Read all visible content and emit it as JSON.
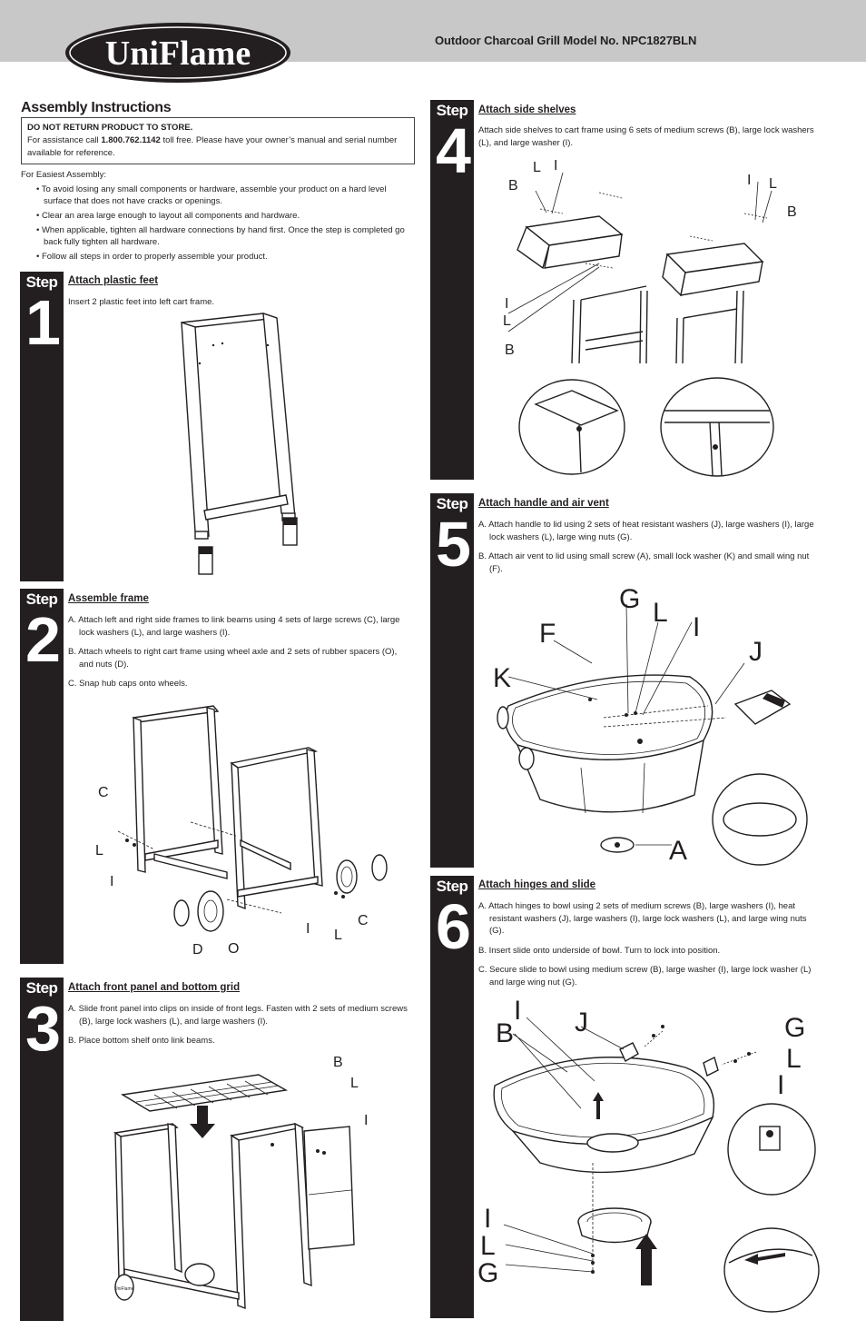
{
  "header": {
    "brand": "UniFlame",
    "model_title": "Outdoor Charcoal Grill Model No. NPC1827BLN"
  },
  "intro": {
    "heading": "Assembly Instructions",
    "notice_title": "DO NOT RETURN PRODUCT TO STORE.",
    "notice_pre": "For assistance call ",
    "phone": "1.800.762.1142",
    "notice_post": " toll free. Please have your owner’s manual and serial number available for reference.",
    "easiest": "For Easiest Assembly:",
    "bullets": [
      "• To avoid losing any small components or hardware, assemble your product on a hard level surface that does not have cracks or openings.",
      "• Clear an area large enough to layout all components and hardware.",
      "• When applicable, tighten all hardware connections by hand first. Once the step is completed go back fully tighten all hardware.",
      "• Follow all steps in order to properly assemble your product."
    ]
  },
  "step_word": "Step",
  "steps": [
    {
      "number": "1",
      "title": "Attach plastic feet",
      "text": [
        "Insert 2 plastic feet into left cart frame."
      ]
    },
    {
      "number": "2",
      "title": "Assemble frame",
      "text": [
        "A. Attach left and right side frames to link beams using 4 sets of large screws (C), large lock washers (L), and large washers (I).",
        "B. Attach wheels to right cart frame using wheel axle and 2 sets of rubber spacers (O), and nuts (D).",
        "C. Snap hub caps onto wheels."
      ],
      "labels": [
        "C",
        "L",
        "I",
        "I",
        "L",
        "C",
        "D",
        "O"
      ]
    },
    {
      "number": "3",
      "title": "Attach front panel and bottom grid",
      "text": [
        "A. Slide front panel into clips on inside of front legs. Fasten with 2 sets of medium screws (B), large lock washers (L), and large washers (I).",
        "B. Place bottom shelf onto link beams."
      ],
      "labels": [
        "B",
        "L",
        "I"
      ]
    },
    {
      "number": "4",
      "title": "Attach side shelves",
      "text": [
        "Attach side shelves to cart frame using 6 sets of medium screws (B), large lock washers (L), and large washer (I)."
      ],
      "labels": [
        "L",
        "I",
        "B",
        "I",
        "L",
        "B",
        "I",
        "L",
        "B"
      ]
    },
    {
      "number": "5",
      "title": "Attach handle and air vent",
      "text": [
        "A. Attach handle to lid using 2 sets of heat resistant washers (J), large washers (I), large lock washers (L), large wing nuts (G).",
        "B. Attach air vent to lid using small screw (A), small lock washer (K) and small wing nut (F)."
      ],
      "labels": [
        "G",
        "L",
        "I",
        "F",
        "J",
        "K",
        "A"
      ]
    },
    {
      "number": "6",
      "title": "Attach hinges and slide",
      "text": [
        "A. Attach hinges to bowl using 2 sets of medium screws (B), large washers (I), heat resistant washers (J), large washers (I), large lock washers (L), and large wing nuts (G).",
        "B. Insert slide onto underside of bowl. Turn to lock into position.",
        "C. Secure slide to bowl using medium screw (B), large washer (I), large lock washer (L) and large wing nut (G)."
      ],
      "labels": [
        "I",
        "J",
        "B",
        "G",
        "L",
        "I",
        "I",
        "L",
        "G"
      ]
    }
  ],
  "grill_badge": "UniFlame"
}
